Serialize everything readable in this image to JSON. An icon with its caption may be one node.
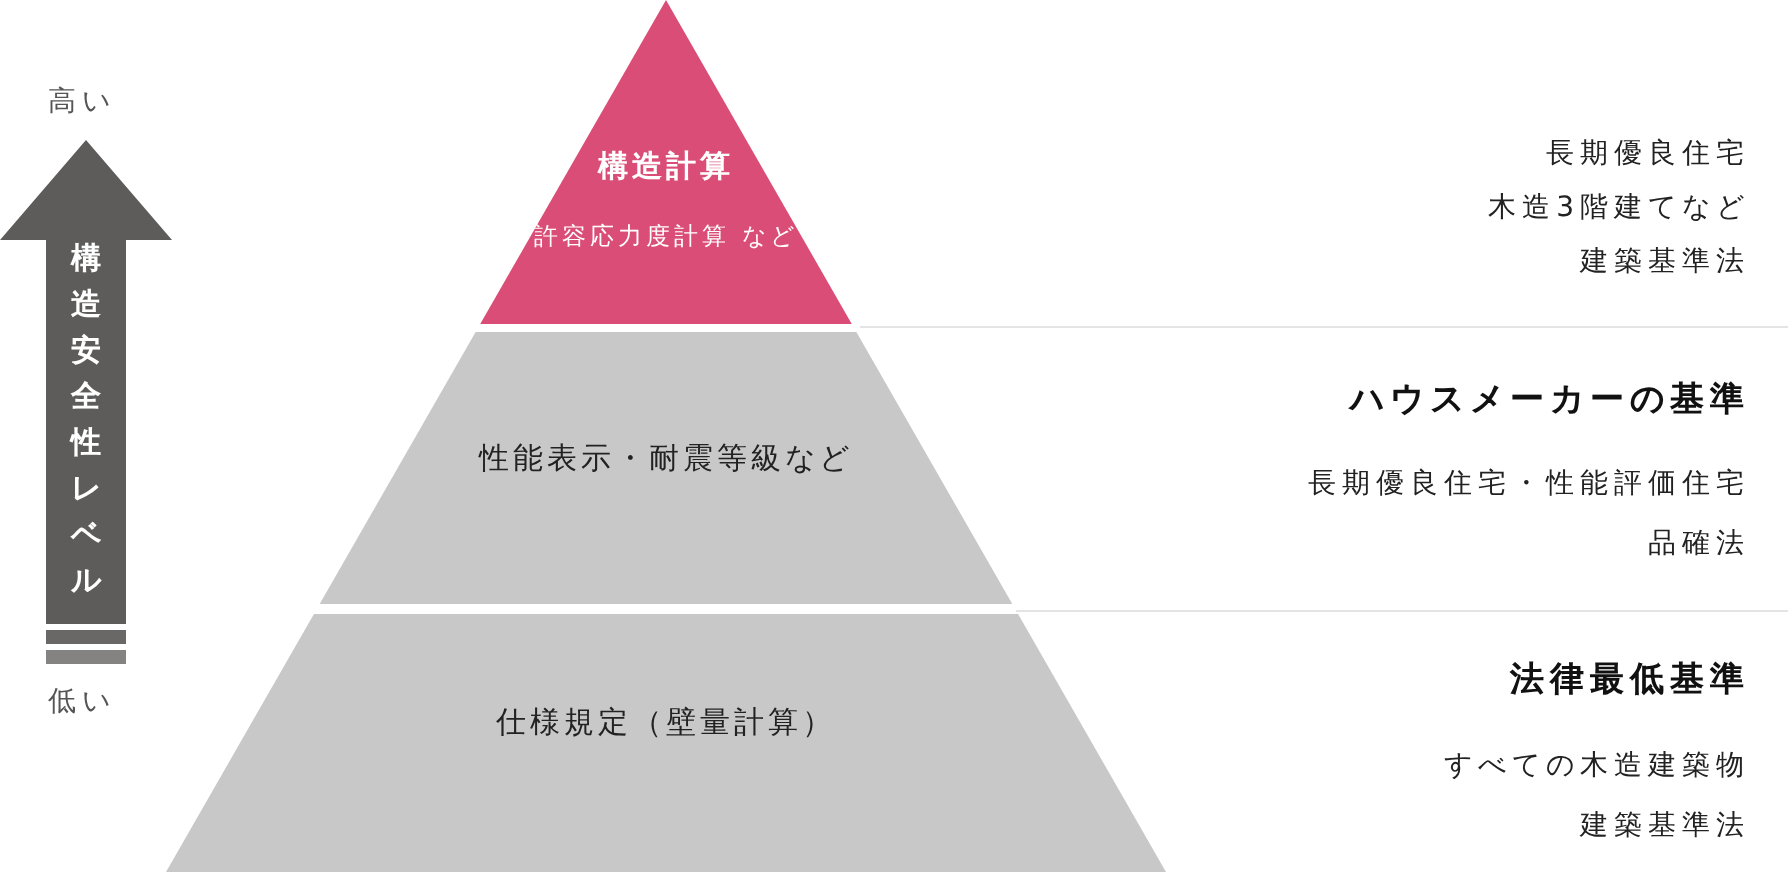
{
  "diagram": {
    "nodes": [
      {
        "text": [
          "構造計算",
          "許容応力度計算 など"
        ]
      },
      {
        "text": [
          "性能表示・耐震等級など"
        ]
      },
      {
        "text": [
          "仕様規定（壁量計算）"
        ]
      },
      {
        "text": [
          "構造安全性レベル"
        ]
      }
    ],
    "labels": [
      "高い",
      "低い",
      "長期優良住宅",
      "木造3階建てなど",
      "建築基準法",
      "ハウスメーカーの基準",
      "長期優良住宅・性能評価住宅",
      "品確法",
      "法律最低基準",
      "すべての木造建築物",
      "建築基準法"
    ]
  }
}
